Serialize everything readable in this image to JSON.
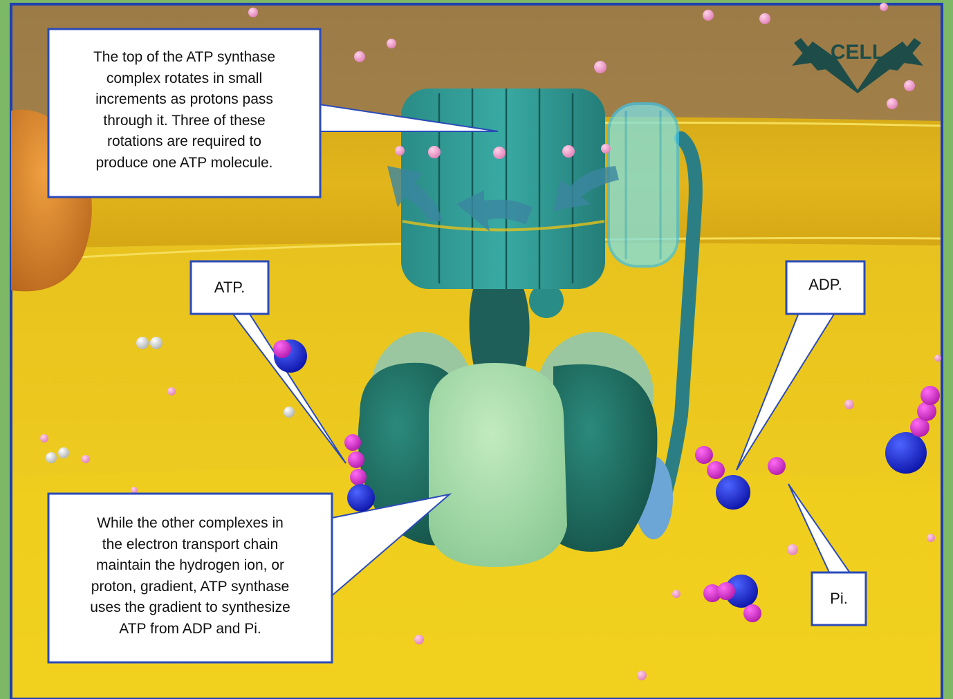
{
  "callouts": {
    "top": "The top of the ATP synthase\ncomplex rotates in small\nincrements as protons pass\nthrough it.  Three of these\nrotations are required to\nproduce one ATP molecule.",
    "bottom": "While the other complexes in\nthe electron transport chain\nmaintain the hydrogen ion, or\nproton, gradient, ATP synthase\nuses the gradient to synthesize\nATP from ADP and Pi.",
    "atp": "ATP.",
    "adp": "ADP.",
    "pi": "Pi."
  },
  "logo": {
    "text": "CELL"
  },
  "colors": {
    "frame_border": "#1d3fb0",
    "membrane": "#e8bf1a",
    "upper_space": "#a8854f",
    "rotor_teal": "#2f9a94",
    "subunit_dark": "#1f6e62",
    "subunit_light": "#a5dba7",
    "proton_pink": "#ef9ac9",
    "phosphate_magenta": "#d42dc9",
    "adenosine_blue": "#1a22d8",
    "callout_fill": "#ffffff",
    "callout_border": "#2a4ab8"
  }
}
